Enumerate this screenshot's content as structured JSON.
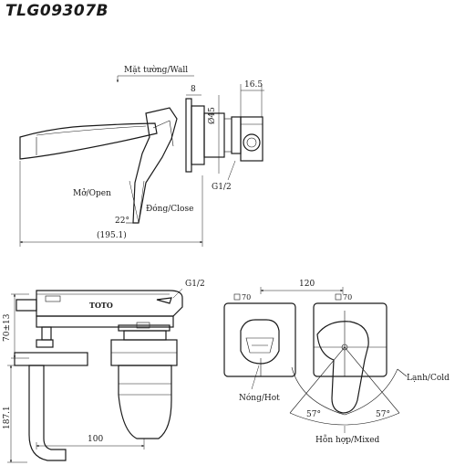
{
  "title": "TLG09307B",
  "side_view": {
    "wall_label": "Mặt tường/Wall",
    "dim_8": "8",
    "dim_16_5": "16.5",
    "dim_phi45": "Ø45",
    "thread": "G1/2",
    "open_label": "Mở/Open",
    "close_label": "Đóng/Close",
    "angle": "22°",
    "length": "(195.1)"
  },
  "front_view": {
    "thread": "G1/2",
    "brand": "TOTO",
    "dim_height": "70±13",
    "dim_body": "187.1",
    "dim_spacing": "100"
  },
  "plan_view": {
    "square_left": "70",
    "square_right": "70",
    "spacing": "120",
    "hot_label": "Nóng/Hot",
    "cold_label": "Lạnh/Cold",
    "mixed_label": "Hỗn hợp/Mixed",
    "angle_left": "57°",
    "angle_right": "57°"
  }
}
